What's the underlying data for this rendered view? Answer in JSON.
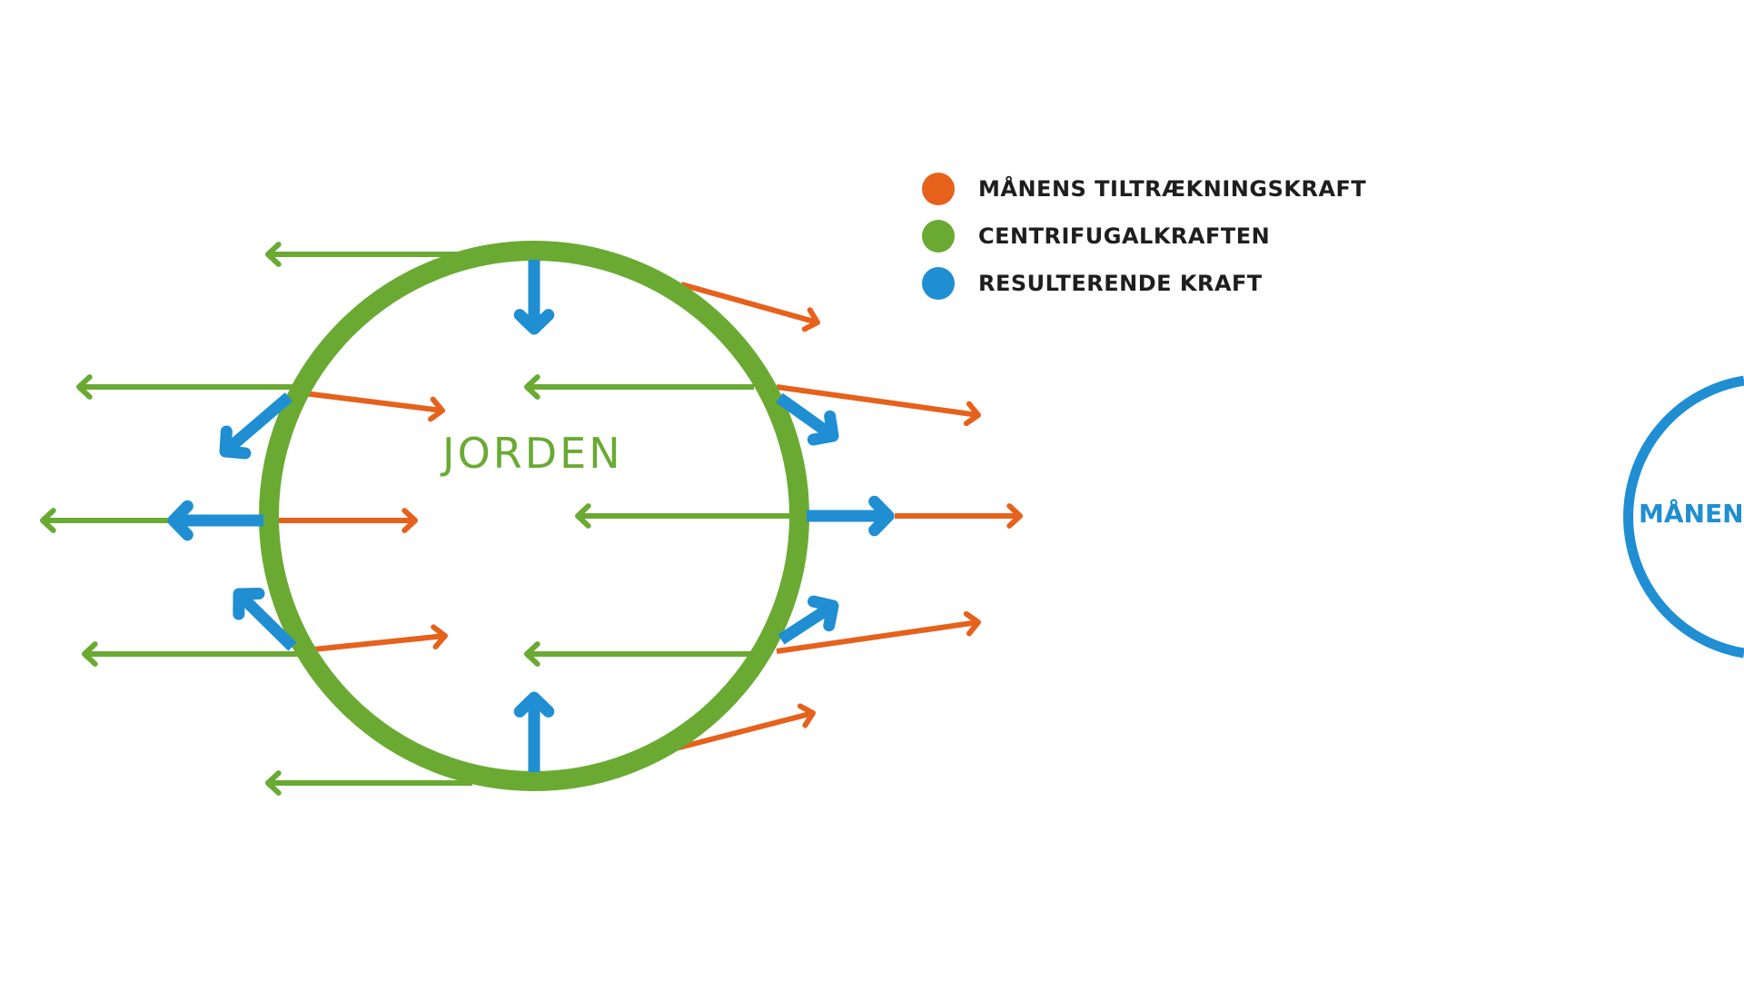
{
  "colors": {
    "moon_pull": "#e6611c",
    "centrifugal": "#6aaa33",
    "resultant": "#1f8ed2",
    "text": "#1e1e1e"
  },
  "legend": {
    "items": [
      {
        "color": "#e6611c",
        "label": "MÅNENS TILTRÆKNINGSKRAFT"
      },
      {
        "color": "#6aaa33",
        "label": "CENTRIFUGALKRAFTEN"
      },
      {
        "color": "#1f8ed2",
        "label": "RESULTERENDE KRAFT"
      }
    ]
  },
  "earth": {
    "label": "JORDEN"
  },
  "moon": {
    "label": "MÅNEN"
  }
}
